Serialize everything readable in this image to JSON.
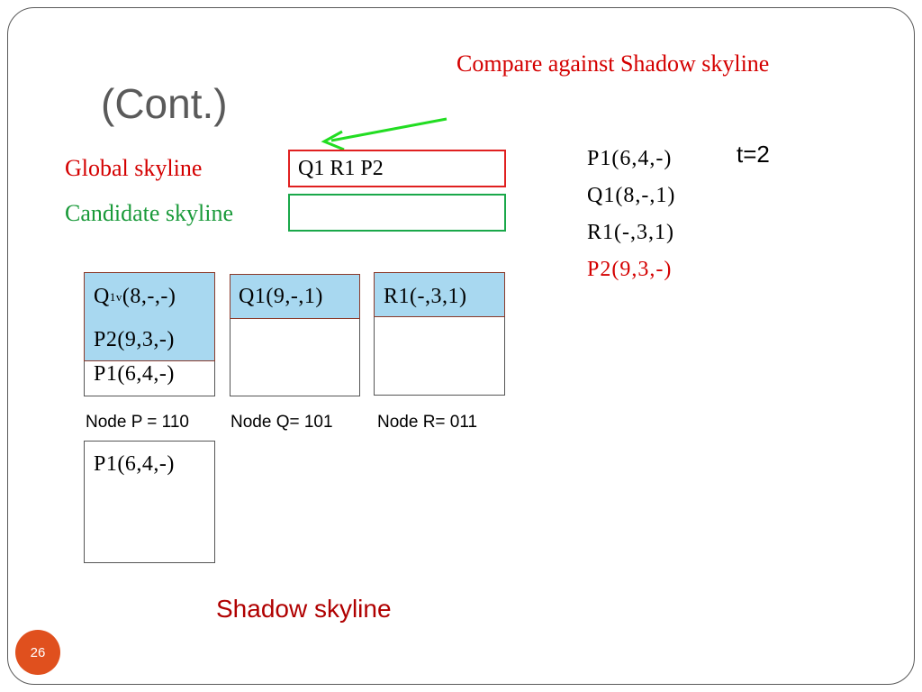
{
  "slide": {
    "title": "(Cont.)",
    "compare_note": "Compare against Shadow skyline",
    "global_label": "Global skyline",
    "candidate_label": "Candidate skyline",
    "global_box_text": "Q1 R1 P2",
    "candidate_box_text": "",
    "t_label": "t=2",
    "points": [
      "P1(6,4,-)",
      "Q1(8,-,1)",
      "R1(-,3,1)",
      "P2(9,3,-)"
    ],
    "highlight_point_color": "#d40000",
    "nodes": {
      "p": {
        "entries": [
          {
            "prefix": "Q",
            "sub": "1v",
            "rest": "(8,-,-)"
          },
          {
            "text": "P2(9,3,-)"
          },
          {
            "text": "P1(6,4,-)"
          }
        ],
        "caption": "Node P = 110"
      },
      "q": {
        "entries": [
          {
            "text": "Q1(9,-,1)"
          }
        ],
        "caption": "Node Q= 101"
      },
      "r": {
        "entries": [
          {
            "text": "R1(-,3,1)"
          }
        ],
        "caption": "Node R= 011"
      },
      "shadow": {
        "entries": [
          {
            "text": "P1(6,4,-)"
          }
        ]
      }
    },
    "shadow_label": "Shadow skyline",
    "page_number": "26",
    "colors": {
      "title": "#5a5a5a",
      "red_text": "#d40000",
      "green_text": "#1a9a3a",
      "arrow": "#22dd22",
      "highlight": "#a8d8f0",
      "page_badge": "#e0501e"
    }
  }
}
